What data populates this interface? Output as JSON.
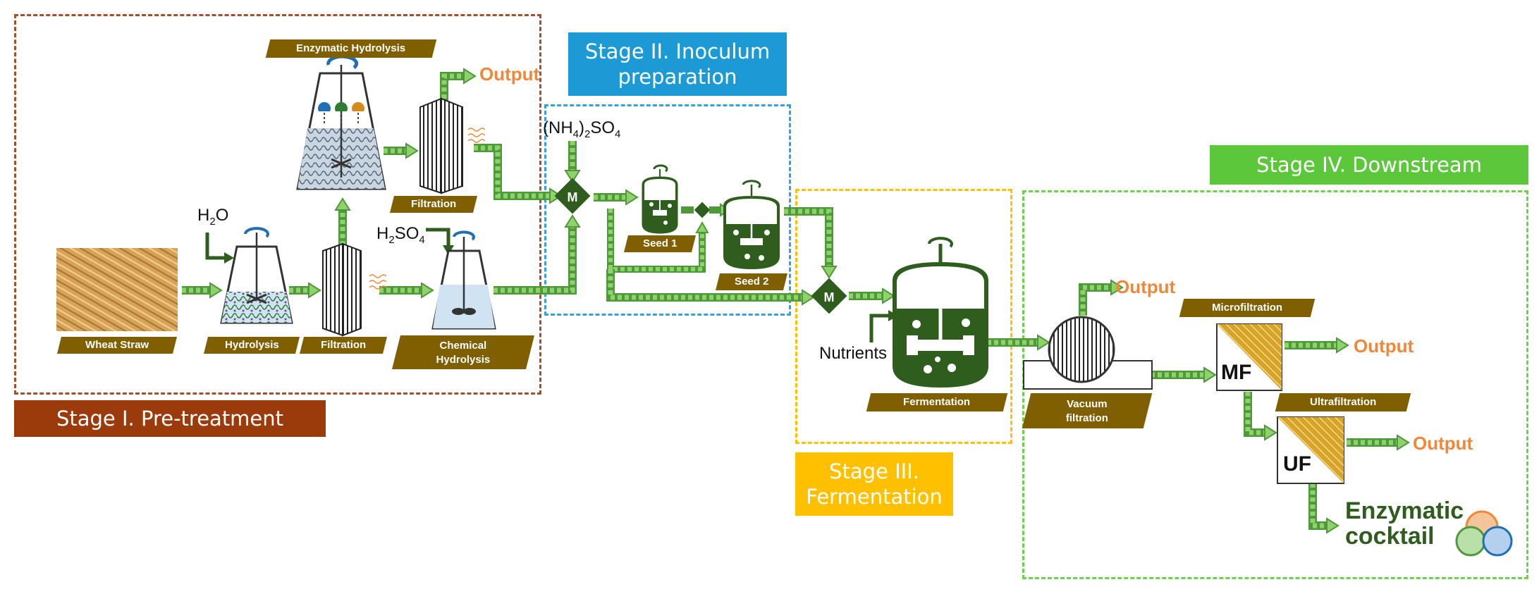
{
  "stages": {
    "pretreatment": {
      "title": "Stage I. Pre-treatment",
      "color": "#9b3a0a"
    },
    "inoculum": {
      "title": "Stage II. Inoculum preparation",
      "color": "#1b9ad6"
    },
    "fermentation": {
      "title": "Stage III. Fermentation",
      "color": "#ffc000"
    },
    "downstream": {
      "title": "Stage IV. Downstream",
      "color": "#5dc73c"
    }
  },
  "labels": {
    "wheat_straw": "Wheat Straw",
    "hydrolysis": "Hydrolysis",
    "filtration_1": "Filtration",
    "filtration_2": "Filtration",
    "enzymatic_hydrolysis": "Enzymatic Hydrolysis",
    "chemical_hydrolysis": "Chemical Hydrolysis",
    "seed_1": "Seed 1",
    "seed_2": "Seed 2",
    "fermentation": "Fermentation",
    "vacuum_filtration": "Vacuum filtration",
    "microfiltration": "Microfiltration",
    "ultrafiltration": "Ultrafiltration"
  },
  "inputs": {
    "water": {
      "base": "H",
      "sub": "2",
      "tail": "O"
    },
    "sulfuric_acid": {
      "base": "H",
      "sub": "2",
      "mid": "SO",
      "sub2": "4"
    },
    "ammonium_sulfate": {
      "pre": "(NH",
      "sub": "4",
      "mid": ")",
      "sub2": "2",
      "tail": "SO",
      "sub3": "4"
    },
    "nutrients": "Nutrients"
  },
  "outputs": {
    "enzymatic": "Output",
    "vacuum": "Output",
    "microfiltration": "Output",
    "ultrafiltration": "Output"
  },
  "mixer_symbol": "M",
  "membranes": {
    "mf": "MF",
    "uf": "UF"
  },
  "product": {
    "line1": "Enzymatic",
    "line2": "cocktail"
  },
  "colors": {
    "arrow_fill": "#8fd16b",
    "arrow_edge": "#4e9a3a",
    "reactor_green": "#2e5d1e",
    "tag_brown": "#7f5f00",
    "output_orange": "#f0883a",
    "membrane_gold": "#d9a425"
  }
}
